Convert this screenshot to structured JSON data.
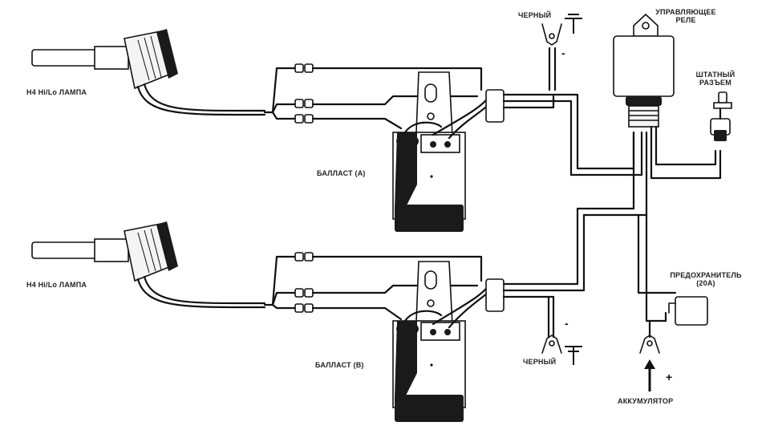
{
  "labels": {
    "lamp_top": "H4 Hi/Lo ЛАМПА",
    "lamp_bottom": "H4 Hi/Lo ЛАМПА",
    "ballast_a": "БАЛЛАСТ (А)",
    "ballast_b": "БАЛЛАСТ (В)",
    "black_top": "ЧЕРНЫЙ",
    "black_bottom": "ЧЕРНЫЙ",
    "relay_line1": "УПРАВЛЯЮЩЕЕ",
    "relay_line2": "РЕЛЕ",
    "socket_line1": "ШТАТНЫЙ",
    "socket_line2": "РАЗЪЕМ",
    "fuse_line1": "ПРЕДОХРАНИТЕЛЬ",
    "fuse_line2": "(20А)",
    "battery": "АККУМУЛЯТОР",
    "minus_top": "-",
    "minus_bottom": "-",
    "plus": "+"
  }
}
